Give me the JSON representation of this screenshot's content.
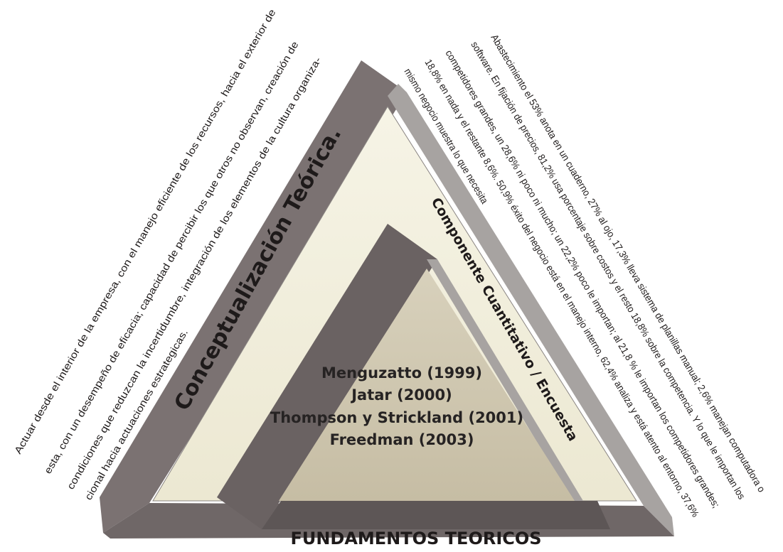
{
  "diagram": {
    "left_label": "Conceptualización Teórica.",
    "right_label": "Componente Cuantitativo / Encuesta",
    "bottom_label": "FUNDAMENTOS TEORICOS",
    "references": [
      "Menguzatto (1999)",
      "Jatar (2000)",
      "Thompson y Strickland (2001)",
      "Freedman (2003)"
    ],
    "left_text": [
      "Actuar desde el interior de la empresa, con el manejo eficiente de los recursos, hacia el exterior de",
      "esta, con un desempeño de eficacia; capacidad de percibir los que otros no observan, creación de",
      "condiciones que reduzcan la incertidumbre, integración de los elementos de la cultura organiza-",
      "cional hacia actuaciones estrategicas."
    ],
    "right_text": [
      "Abastecimiento el 53% anota en un cuaderno, 27% al ojo, 17,3% lleva sistema de planillas manual; 2,6% manejan computadora o",
      "software. En fijación de precios, 81,2% usa porcentaje sobre costos y el resto 18,8% sobre la competencia. Y lo que le importan los",
      "competidores grandes, un 28,6% ni poco ni mucho; un 22,2% poco le importan; al 21,8 % le importan los competidores grandes;",
      "18,8% en nada y el restante 8,6%. 50,9% éxito del negocio está en el manejo interno, 62,4% analiza y está atento al entorno, 37,6%",
      "mismo negocio muestra lo que necesita"
    ],
    "colors": {
      "frame_dark": "#7b7272",
      "frame_darker": "#5d5656",
      "frame_light": "#a7a3a1",
      "outer_fill": "#f1eedc",
      "inner_fill": "#cfc7b0"
    }
  }
}
